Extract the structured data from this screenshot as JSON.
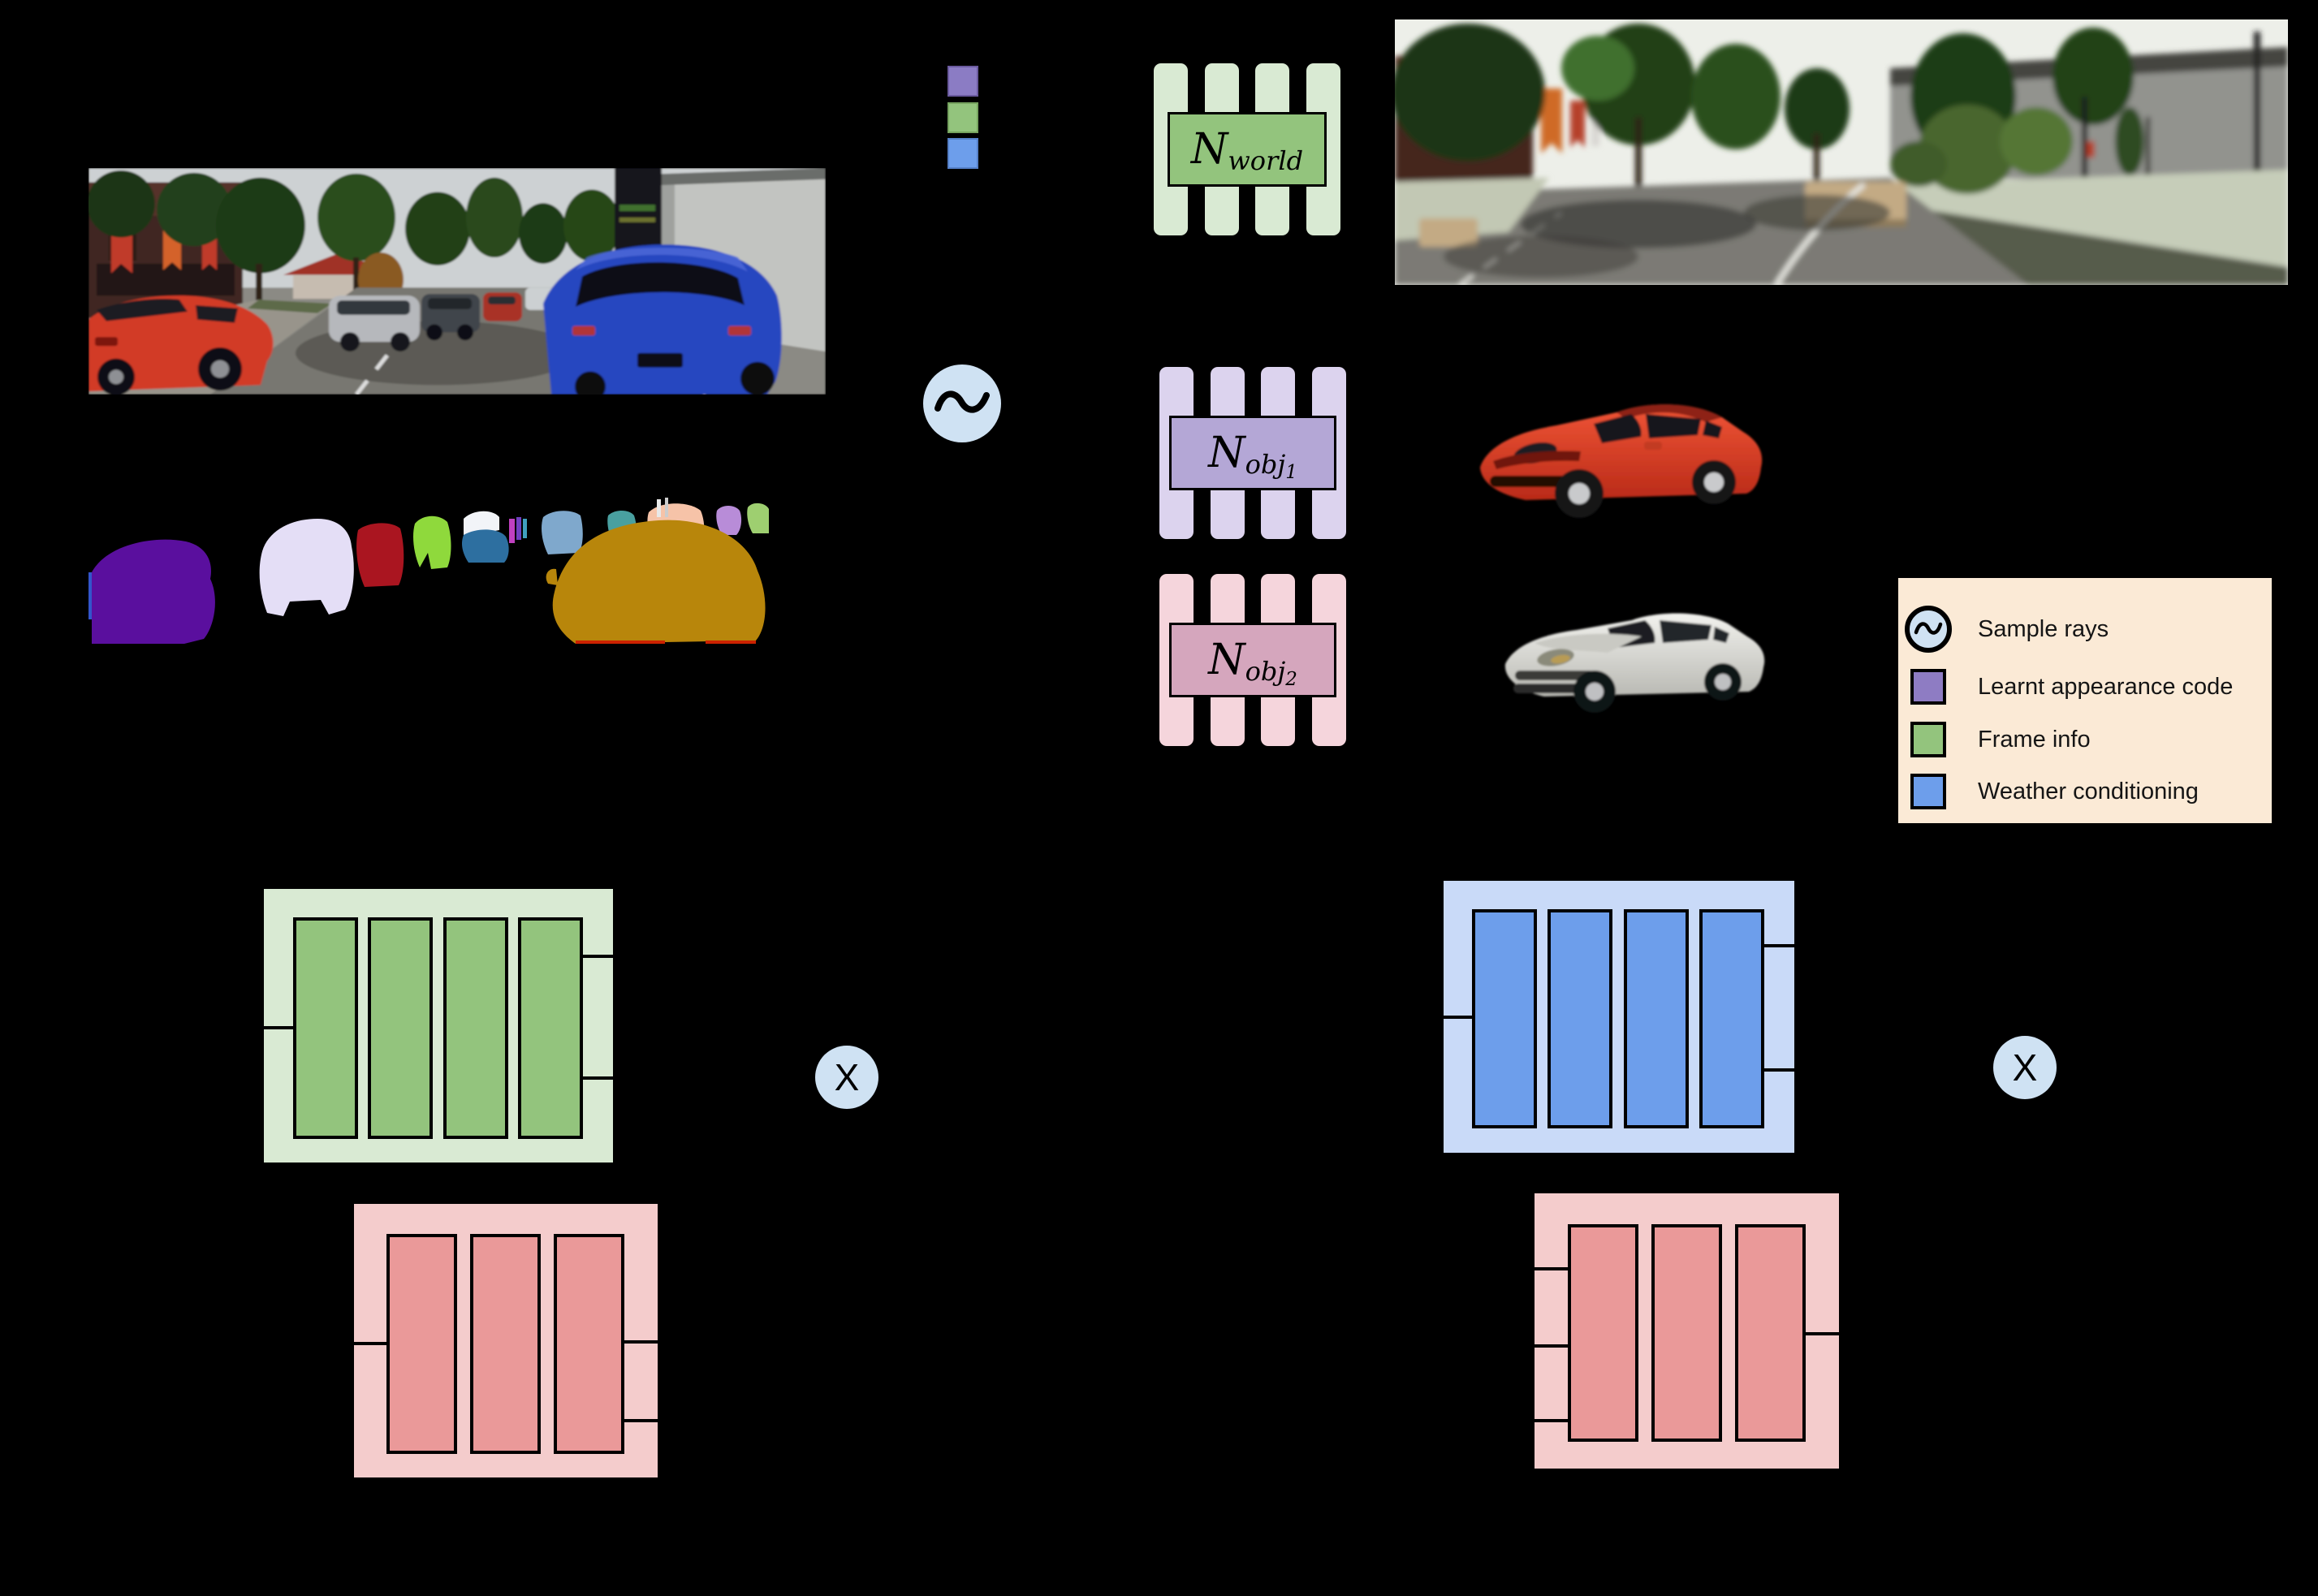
{
  "networks": {
    "world": {
      "symbol": "N",
      "subscript": "world"
    },
    "obj1": {
      "symbol": "N",
      "subscript": "obj",
      "index": "1"
    },
    "obj2": {
      "symbol": "N",
      "subscript": "obj",
      "index": "2"
    }
  },
  "operators": {
    "multiply": "X"
  },
  "legend": {
    "items": [
      {
        "label": "Sample rays"
      },
      {
        "label": "Learnt appearance code"
      },
      {
        "label": "Frame info"
      },
      {
        "label": "Weather conditioning"
      }
    ]
  },
  "colors": {
    "frame_info_green": "#93c47d",
    "frame_info_green_light": "#d9ead3",
    "weather_blue": "#6d9eeb",
    "weather_blue_light": "#c9daf8",
    "appearance_purple": "#8e7cc3",
    "object_mlp_pink": "#ea9999",
    "object_mlp_pink_light": "#f4cccc",
    "obj1_bars_light_purple": "#dcd3ee",
    "obj1_label_purple": "#b4a7d6",
    "obj2_bars_light_pink": "#f5d5dc",
    "obj2_label_pink": "#d5a6bd",
    "sample_rays_blue": "#cfe2f3",
    "legend_background": "#fbead6",
    "figure_background": "#000000"
  }
}
